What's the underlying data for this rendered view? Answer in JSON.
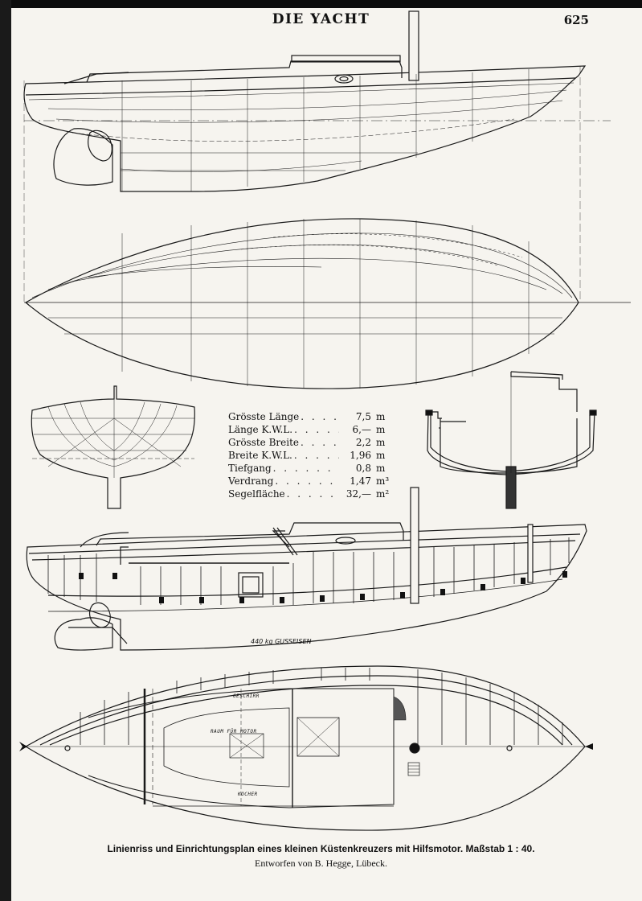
{
  "header": {
    "title": "DIE YACHT",
    "page_number": "625"
  },
  "specs": [
    {
      "label": "Grösste Länge",
      "value": "7,5",
      "unit": "m"
    },
    {
      "label": "Länge K.W.L.",
      "value": "6,—",
      "unit": "m"
    },
    {
      "label": "Grösste Breite",
      "value": "2,2",
      "unit": "m"
    },
    {
      "label": "Breite K.W.L.",
      "value": "1,96",
      "unit": "m"
    },
    {
      "label": "Tiefgang",
      "value": "0,8",
      "unit": "m"
    },
    {
      "label": "Verdrang",
      "value": "1,47",
      "unit": "m³"
    },
    {
      "label": "Segelfläche",
      "value": "32,—",
      "unit": "m²"
    }
  ],
  "drawing_notes": {
    "keel": "440 kg GUSSEISEN",
    "geschirr": "GESCHIRR",
    "raum_motor": "RAUM FÜR MOTOR",
    "kocher": "KOCHER"
  },
  "caption": {
    "line1": "Linienriss und Einrichtungsplan eines kleinen Küstenkreuzers mit Hilfsmotor.  Maßstab 1 : 40.",
    "line2": "Entworfen von B. Hegge, Lübeck."
  }
}
